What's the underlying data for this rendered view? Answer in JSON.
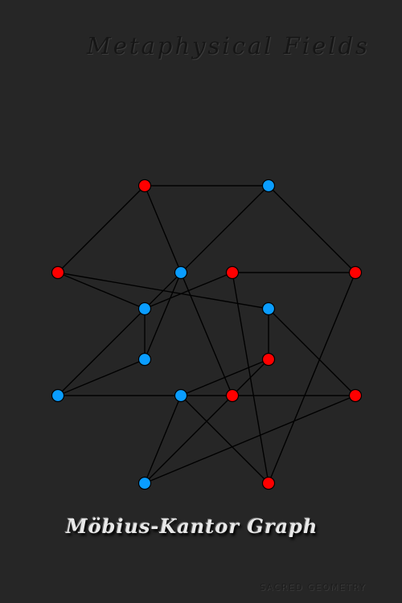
{
  "header": {
    "title": "Metaphysical Fields"
  },
  "diagram": {
    "title": "Möbius-Kantor Graph",
    "colors": {
      "background": "#262626",
      "edge": "#000000",
      "red_vertex": "#ff0000",
      "blue_vertex": "#0a9dff",
      "vertex_outline": "#000000"
    },
    "vertices": [
      {
        "id": "v0",
        "group": "red"
      },
      {
        "id": "v1",
        "group": "blue"
      },
      {
        "id": "v2",
        "group": "red"
      },
      {
        "id": "v3",
        "group": "red"
      },
      {
        "id": "v4",
        "group": "blue"
      },
      {
        "id": "v5",
        "group": "red"
      },
      {
        "id": "v6",
        "group": "blue"
      },
      {
        "id": "v7",
        "group": "blue"
      },
      {
        "id": "v8",
        "group": "blue"
      },
      {
        "id": "v9",
        "group": "red"
      },
      {
        "id": "v10",
        "group": "blue"
      },
      {
        "id": "v11",
        "group": "red"
      },
      {
        "id": "v12",
        "group": "blue"
      },
      {
        "id": "v13",
        "group": "red"
      },
      {
        "id": "v14",
        "group": "blue"
      },
      {
        "id": "v15",
        "group": "red"
      }
    ],
    "edges": [
      [
        "v0",
        "v1"
      ],
      [
        "v1",
        "v3"
      ],
      [
        "v3",
        "v15"
      ],
      [
        "v15",
        "v12"
      ],
      [
        "v12",
        "v9"
      ],
      [
        "v9",
        "v7"
      ],
      [
        "v7",
        "v2"
      ],
      [
        "v2",
        "v0"
      ],
      [
        "v0",
        "v4"
      ],
      [
        "v4",
        "v13"
      ],
      [
        "v13",
        "v14"
      ],
      [
        "v14",
        "v11"
      ],
      [
        "v11",
        "v10"
      ],
      [
        "v10",
        "v8"
      ],
      [
        "v8",
        "v6"
      ],
      [
        "v6",
        "v5"
      ],
      [
        "v6",
        "v2"
      ],
      [
        "v5",
        "v3"
      ],
      [
        "v8",
        "v4"
      ],
      [
        "v10",
        "v1"
      ],
      [
        "v13",
        "v9"
      ],
      [
        "v11",
        "v7"
      ],
      [
        "v14",
        "v12"
      ],
      [
        "v15",
        "v5"
      ]
    ]
  },
  "footer": {
    "watermark": "SACRED GEOMETRY"
  }
}
